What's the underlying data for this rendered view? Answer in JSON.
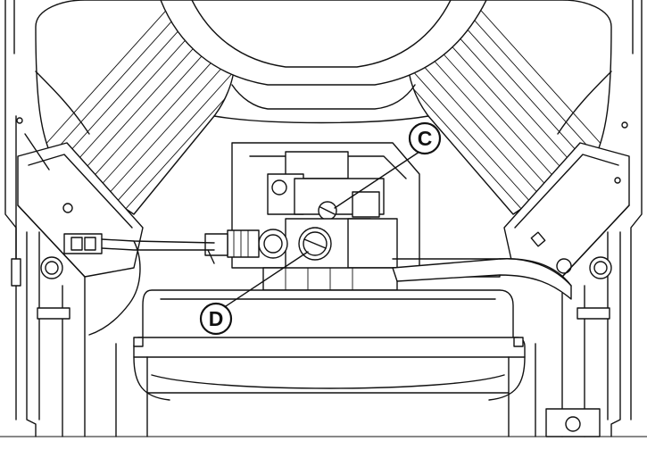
{
  "callouts": [
    {
      "id": "C",
      "label": "C"
    },
    {
      "id": "D",
      "label": "D"
    }
  ]
}
